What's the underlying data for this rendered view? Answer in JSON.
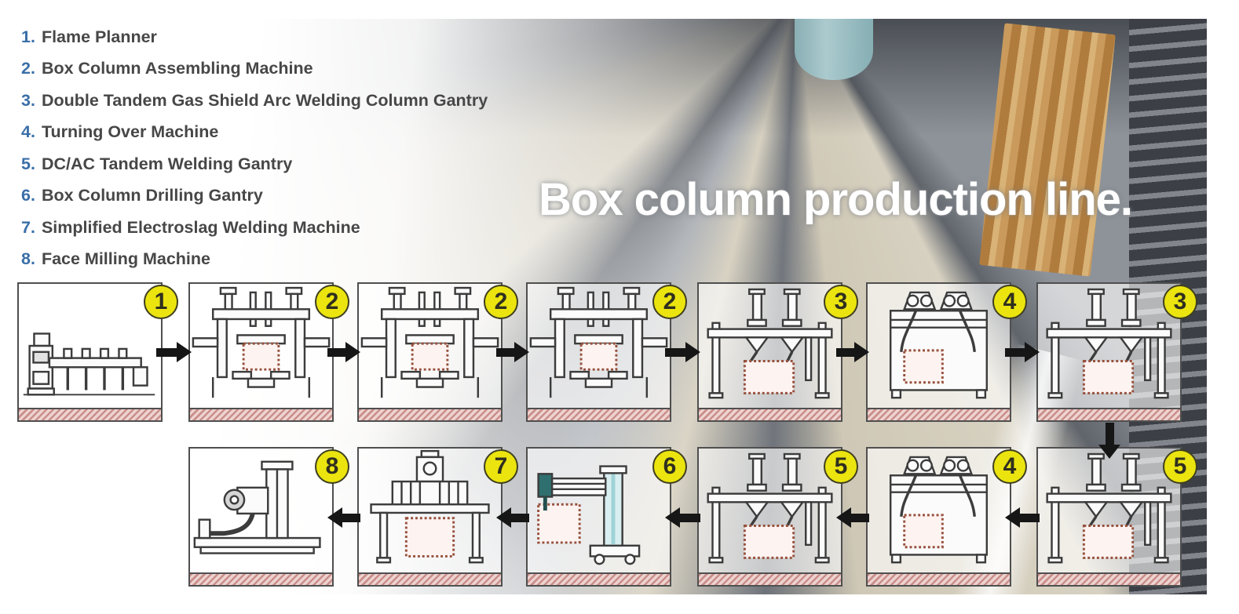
{
  "title": "Box column production line.",
  "legend": [
    {
      "num": "1.",
      "label": "Flame Planner"
    },
    {
      "num": "2.",
      "label": "Box Column Assembling Machine"
    },
    {
      "num": "3.",
      "label": "Double Tandem Gas Shield Arc Welding Column Gantry"
    },
    {
      "num": "4.",
      "label": "Turning Over Machine"
    },
    {
      "num": "5.",
      "label": "DC/AC Tandem Welding Gantry"
    },
    {
      "num": "6.",
      "label": "Box Column Drilling Gantry"
    },
    {
      "num": "7.",
      "label": "Simplified Electroslag Welding Machine"
    },
    {
      "num": "8.",
      "label": "Face Milling Machine"
    }
  ],
  "flow": {
    "direction_top_row": "left-to-right",
    "direction_bottom_row": "right-to-left",
    "top_row": [
      {
        "badge": "1",
        "machine": "Flame Planner"
      },
      {
        "badge": "2",
        "machine": "Box Column Assembling Machine"
      },
      {
        "badge": "2",
        "machine": "Box Column Assembling Machine"
      },
      {
        "badge": "2",
        "machine": "Box Column Assembling Machine"
      },
      {
        "badge": "3",
        "machine": "Double Tandem Gas Shield Arc Welding Column Gantry"
      },
      {
        "badge": "4",
        "machine": "Turning Over Machine"
      },
      {
        "badge": "3",
        "machine": "Double Tandem Gas Shield Arc Welding Column Gantry"
      }
    ],
    "bottom_row": [
      {
        "badge": "8",
        "machine": "Face Milling Machine"
      },
      {
        "badge": "7",
        "machine": "Simplified Electroslag Welding Machine"
      },
      {
        "badge": "6",
        "machine": "Box Column Drilling Gantry"
      },
      {
        "badge": "5",
        "machine": "DC/AC Tandem Welding Gantry"
      },
      {
        "badge": "4",
        "machine": "Turning Over Machine"
      },
      {
        "badge": "5",
        "machine": "DC/AC Tandem Welding Gantry"
      }
    ]
  },
  "colors": {
    "badge_yellow": "#ebe40f",
    "legend_number_blue": "#3a6fa8",
    "legend_text": "#474747",
    "title": "#ffffff",
    "floor_pink": "#eed3d0",
    "floor_hatch": "#c98f8b",
    "arrow_black": "#161616"
  }
}
